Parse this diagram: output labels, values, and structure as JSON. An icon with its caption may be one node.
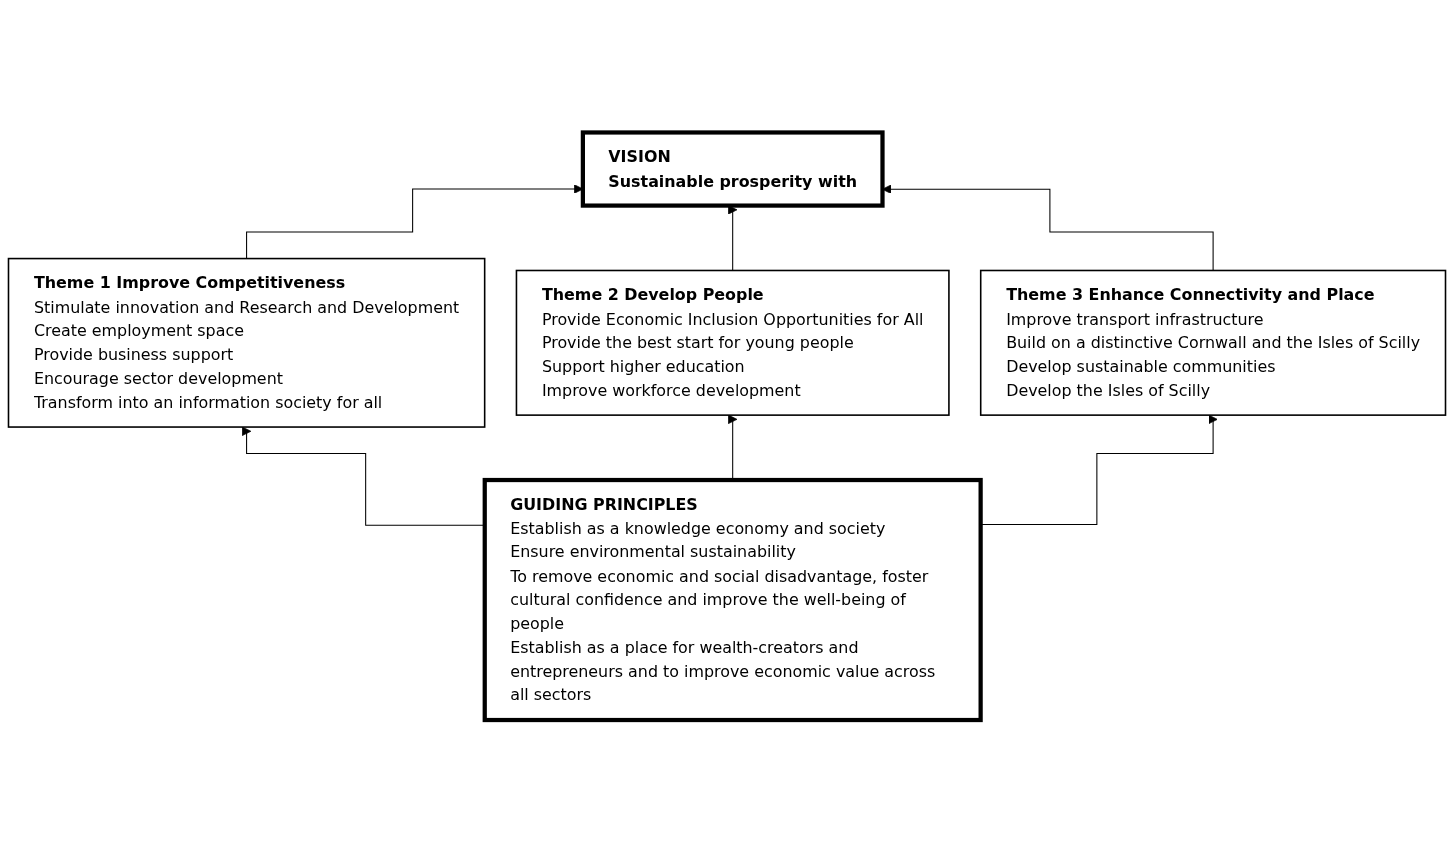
{
  "diagram": {
    "nodes": [
      {
        "text": [
          "VISION",
          "Sustainable prosperity with"
        ]
      },
      {
        "text": [
          "Theme 1 Improve Competitiveness",
          "Stimulate innovation and Research and Development",
          "Create employment space",
          "Provide business support",
          "Encourage sector development",
          "Transform into an information society for all"
        ]
      },
      {
        "text": [
          "Theme 2 Develop People",
          "Provide Economic Inclusion Opportunities for All",
          "Provide the best start for young people",
          "Support higher education",
          "Improve workforce development"
        ]
      },
      {
        "text": [
          "Theme 3 Enhance Connectivity and Place",
          "Improve transport infrastructure",
          "Build on a distinctive Cornwall and the Isles of Scilly",
          "Develop sustainable communities",
          "Develop the Isles of Scilly"
        ]
      },
      {
        "text": [
          "GUIDING PRINCIPLES",
          "Establish as a knowledge economy and society",
          "Ensure environmental sustainability",
          "To remove economic and social disadvantage, foster cultural confidence and improve the well-being of people",
          "Establish as a place for wealth-creators and entrepreneurs and to improve economic value across all sectors"
        ]
      }
    ],
    "edges": [
      {
        "from": 1,
        "to": 0,
        "arrow": "to"
      },
      {
        "from": 2,
        "to": 0,
        "arrow": "to"
      },
      {
        "from": 3,
        "to": 0,
        "arrow": "to"
      },
      {
        "from": 4,
        "to": 1,
        "arrow": "to"
      },
      {
        "from": 4,
        "to": 2,
        "arrow": "to"
      },
      {
        "from": 4,
        "to": 3,
        "arrow": "to"
      }
    ]
  }
}
